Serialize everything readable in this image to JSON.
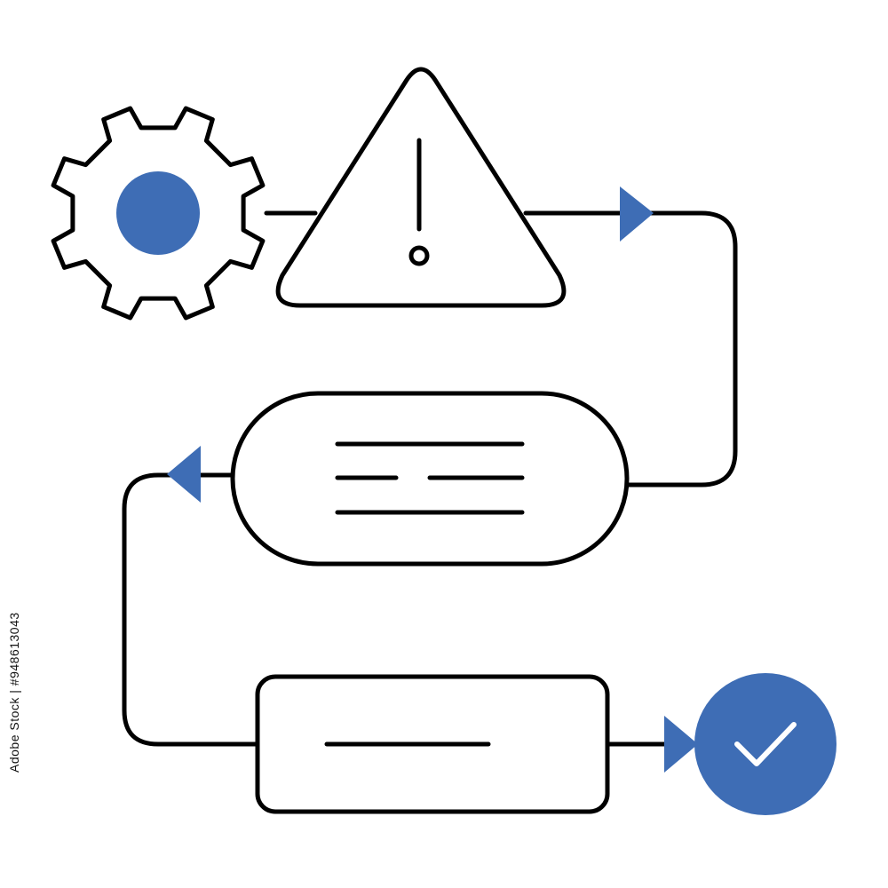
{
  "colors": {
    "accent": "#3E6DB5",
    "stroke": "#000000",
    "background": "#ffffff"
  },
  "nodes": [
    {
      "id": "gear",
      "icon": "gear-icon"
    },
    {
      "id": "warning",
      "icon": "warning-triangle-icon"
    },
    {
      "id": "process",
      "icon": "rounded-text-box"
    },
    {
      "id": "step",
      "icon": "rectangle-text-box"
    },
    {
      "id": "done",
      "icon": "check-circle-icon"
    }
  ],
  "watermark": {
    "stock_id": "Adobe Stock | #948613043"
  }
}
